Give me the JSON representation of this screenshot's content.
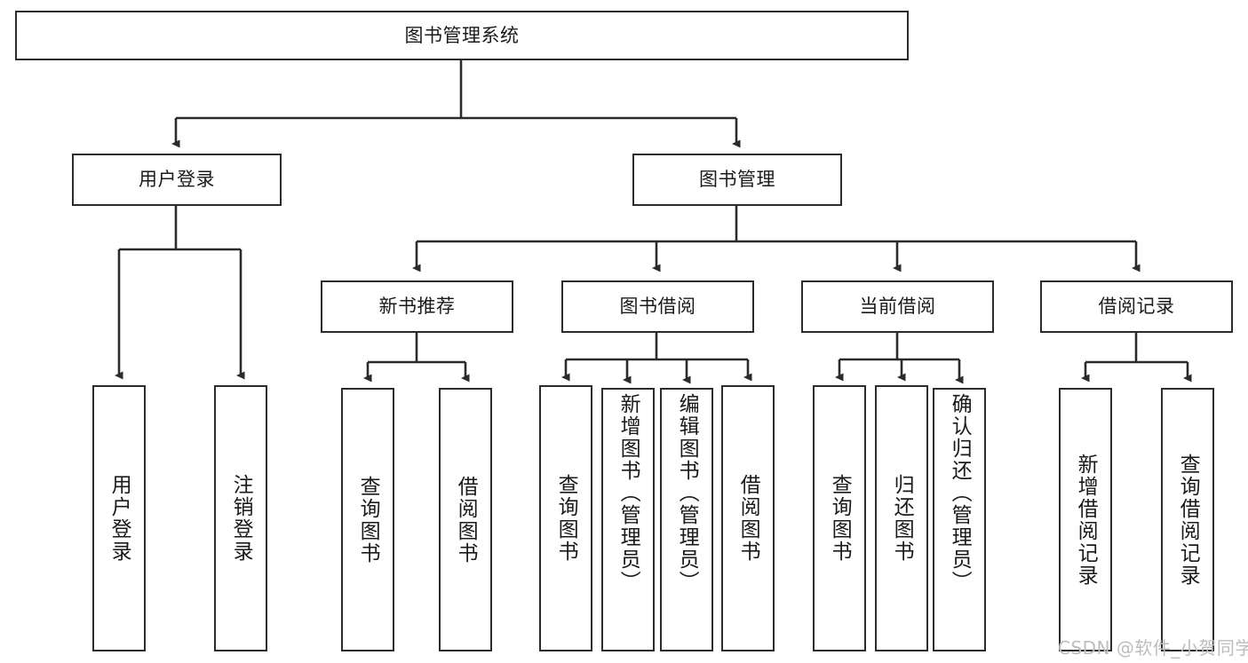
{
  "diagram": {
    "title": "图书管理系统",
    "type": "tree-hierarchy",
    "colors": {
      "box_border": "#2b2b2b",
      "box_fill": "#ffffff",
      "edge": "#3a3a3a",
      "text": "#1a1a1a",
      "watermark": "#bdbdbd",
      "background": "#ffffff"
    },
    "root": {
      "label": "图书管理系统"
    },
    "level2": [
      {
        "label": "用户登录"
      },
      {
        "label": "图书管理"
      }
    ],
    "level3": [
      {
        "label": "新书推荐"
      },
      {
        "label": "图书借阅"
      },
      {
        "label": "当前借阅"
      },
      {
        "label": "借阅记录"
      }
    ],
    "leaves_login": [
      {
        "label": "用户登录"
      },
      {
        "label": "注销登录"
      }
    ],
    "leaves_new_books": [
      {
        "label": "查询图书"
      },
      {
        "label": "借阅图书"
      }
    ],
    "leaves_borrow": [
      {
        "label": "查询图书"
      },
      {
        "label": "新增图书（管理员）"
      },
      {
        "label": "编辑图书（管理员）"
      },
      {
        "label": "借阅图书"
      }
    ],
    "leaves_current": [
      {
        "label": "查询图书"
      },
      {
        "label": "归还图书"
      },
      {
        "label": "确认归还（管理员）"
      }
    ],
    "leaves_records": [
      {
        "label": "新增借阅记录"
      },
      {
        "label": "查询借阅记录"
      }
    ],
    "watermark": "CSDN @软件_小贺同学"
  }
}
